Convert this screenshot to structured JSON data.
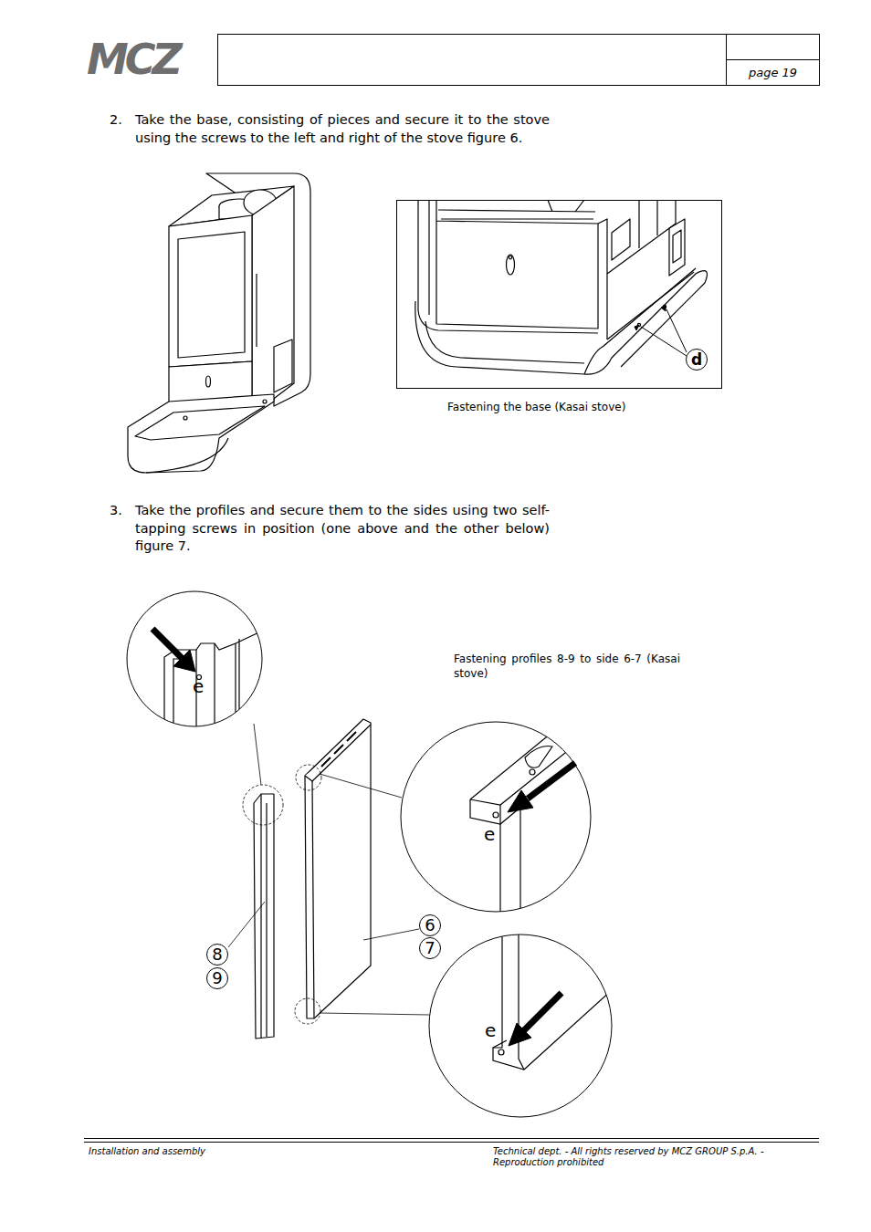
{
  "diagram": {
    "nodes": [
      {
        "text": [
          "d"
        ]
      },
      {
        "text": [
          "6"
        ]
      },
      {
        "text": [
          "7"
        ]
      },
      {
        "text": [
          "8"
        ]
      },
      {
        "text": [
          "9"
        ]
      }
    ],
    "labels": [
      "MCZ",
      "page 19",
      "2.",
      "Take the base, consisting of pieces and secure it to the stove using the screws to the left and right of the stove figure 6.",
      "Fastening the base (Kasai stove)",
      "3.",
      "Take the profiles and secure them to the sides using two self-tapping screws in position (one above and the other below) figure 7.",
      "Fastening profiles 8-9 to side 6-7 (Kasai stove)",
      "e",
      "e",
      "e",
      "Installation and assembly",
      "Technical dept. - All rights reserved by MCZ GROUP S.p.A. - Reproduction prohibited"
    ]
  }
}
